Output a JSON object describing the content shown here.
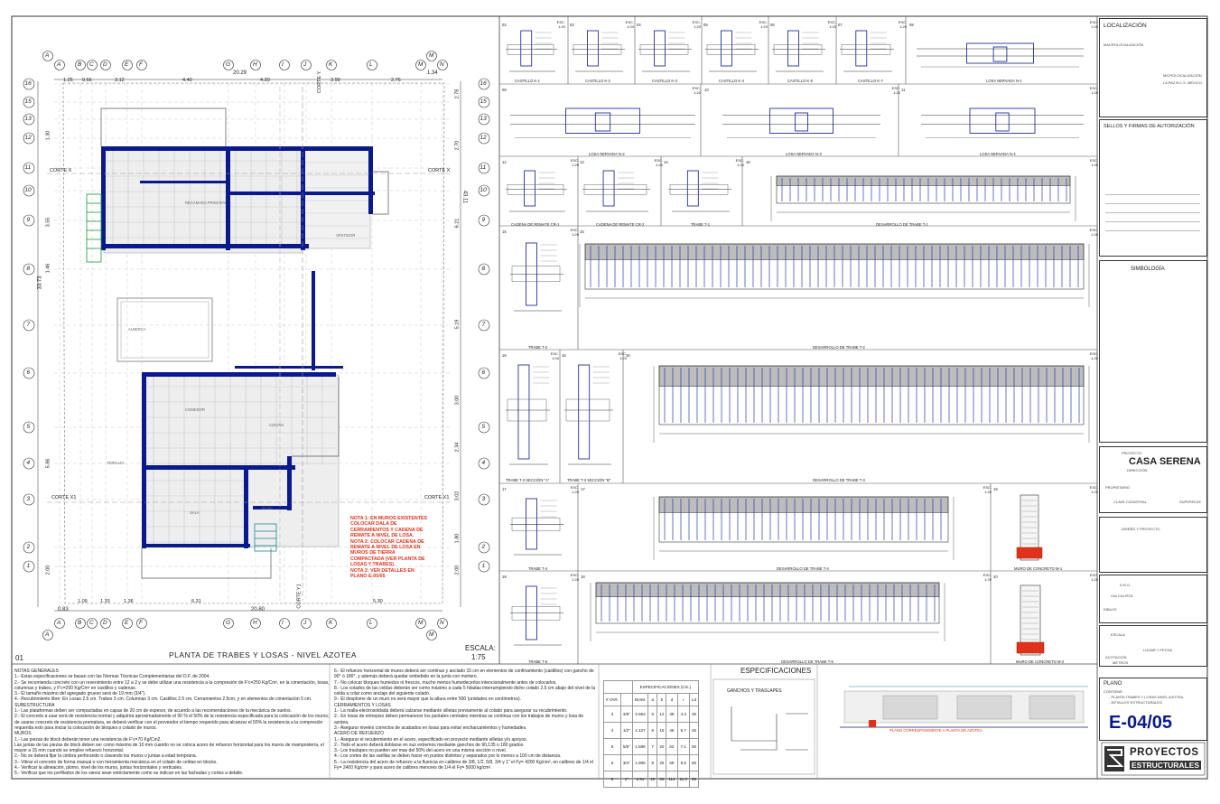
{
  "sheet": {
    "plan_title": "PLANTA DE TRABES Y LOSAS - NIVEL AZOTEA",
    "drawing_number": "01",
    "scale_label": "ESCALA:",
    "scale_value": "1:75",
    "specs_title": "ESPECIFICACIONES",
    "hooks_title": "GANCHOS Y TRASLAPES",
    "site_caption": "PLANO CORRESPONDIENTE A PLANTA DE AZOTEA"
  },
  "grid": {
    "letters": [
      "A",
      "B",
      "C",
      "D",
      "E",
      "F",
      "G",
      "H",
      "I",
      "J",
      "K",
      "L",
      "M",
      "N"
    ],
    "numbers": [
      "16",
      "15",
      "13",
      "12",
      "11",
      "10",
      "9",
      "8",
      "7",
      "6",
      "5",
      "4",
      "3",
      "2",
      "1"
    ],
    "cortes": [
      "CORTE X",
      "CORTE X",
      "CORTE X1",
      "CORTE X1",
      "CORTE Y",
      "CORTE Y1"
    ]
  },
  "dimensions": {
    "top_total": "20.29",
    "top_right": "1.34",
    "top_parts": [
      "1.25",
      "0.66",
      "3.12",
      "4.40",
      "4.20",
      "3.90",
      "2.76"
    ],
    "bottom_total": "20.80",
    "bottom_left": "0.83",
    "bottom_parts": [
      "1.09",
      "1.33",
      "1.36",
      "6.31",
      "5.30"
    ],
    "left_total": "33.73",
    "left_parts": [
      "1.30",
      "3.55",
      "1.46",
      "5.86",
      "2.00"
    ],
    "right_total": "43.11",
    "right_parts": [
      "2.78",
      "2.70",
      "6.21",
      "5.19",
      "3.00",
      "2.34",
      "3.02",
      "1.80",
      "2.00"
    ]
  },
  "plan_labels": [
    "RECAMARA PRINCIPAL",
    "ALBERCA",
    "COMEDOR",
    "COCINA",
    "TERRAZA",
    "SALA",
    "BAÑO",
    "VESTIDOR"
  ],
  "red_note": [
    "NOTA 1: EN MUROS EXISTENTES",
    "COLOCAR DALA DE",
    "CERRAMIENTOS Y CADENA DE",
    "REMATE A NIVEL DE LOSA.",
    "NOTA 2: COLOCAR CADENA DE",
    "REMATE A NIVEL DE LOSA EN",
    "MUROS DE TIERRA",
    "COMPACTADA (VER PLANTA DE",
    "LOSAS Y TRABES).",
    "NOTA 2: VER DETALLES EN",
    "PLANO E-05/05"
  ],
  "details": [
    {
      "num": "02",
      "title": "CASTILLO K-1",
      "scale": "ESC. 1:20"
    },
    {
      "num": "03",
      "title": "CASTILLO K-2",
      "scale": "ESC. 1:20"
    },
    {
      "num": "04",
      "title": "CASTILLO K-3",
      "scale": "ESC. 1:20"
    },
    {
      "num": "05",
      "title": "CASTILLO K-4",
      "scale": "ESC. 1:20"
    },
    {
      "num": "06",
      "title": "CASTILLO K-5",
      "scale": "ESC. 1:20"
    },
    {
      "num": "07",
      "title": "CASTILLO K-7",
      "scale": "ESC. 1:20"
    },
    {
      "num": "08",
      "title": "LOSA NERVADA N-1",
      "scale": "ESC. 1:20"
    },
    {
      "num": "09",
      "title": "LOSA NERVADA N-2",
      "scale": "ESC. 1:20"
    },
    {
      "num": "10",
      "title": "LOSA NERVADA N-3",
      "scale": "ESC. 1:20"
    },
    {
      "num": "11",
      "title": "LOSA NERVADA N-4",
      "scale": "ESC. 1:20"
    },
    {
      "num": "12",
      "title": "CADENA DE REMATE CR-1",
      "scale": "ESC. 1:20"
    },
    {
      "num": "13",
      "title": "CADENA DE REMATE CR-2",
      "scale": "ESC. 1:20"
    },
    {
      "num": "14",
      "title": "TRABE T-1",
      "scale": "ESC. 1:20"
    },
    {
      "num": "15",
      "title": "DESARROLLO DE TRABE T-1",
      "scale": "ESC. 1:20"
    },
    {
      "num": "15",
      "title": "TRABE T-2",
      "scale": "ESC. 1:20"
    },
    {
      "num": "15",
      "title": "DESARROLLO DE TRABE T-2",
      "scale": "ESC. 1:20"
    },
    {
      "num": "16",
      "title": "TRABE T-3 SECCIÓN \"A\"",
      "scale": "ESC. 1:20"
    },
    {
      "num": "16",
      "title": "TRABE T-3 SECCIÓN \"B\"",
      "scale": "ESC. 1:20"
    },
    {
      "num": "16",
      "title": "DESARROLLO DE TRABE T-3",
      "scale": "ESC. 1:20"
    },
    {
      "num": "17",
      "title": "TRABE T-4",
      "scale": "ESC. 1:20"
    },
    {
      "num": "17",
      "title": "DESARROLLO DE TRABE T-4",
      "scale": "ESC. 1:20"
    },
    {
      "num": "19",
      "title": "MURO DE CONCRETO M-1",
      "scale": "ESC. 1:25"
    },
    {
      "num": "18",
      "title": "TRABE T-5",
      "scale": "ESC. 1:20"
    },
    {
      "num": "18",
      "title": "DESARROLLO DE TRABE T-5",
      "scale": "ESC. 1:20"
    },
    {
      "num": "20",
      "title": "MURO DE CONCRETO M-2",
      "scale": "ESC. 1:25"
    }
  ],
  "notes_left": [
    "NOTAS GENERALES",
    "1.- Estas especificaciones se basan con las Normas Técnicas Complementarias del D.F. de 2004.",
    "2.- Se recomienda concreto con un revenimiento entre 12 a 2 y se debe utilizar una resistencia a la compresión de F'c=250 Kg/Cm², en la cimentación, losas, columnas y trabes, y F'c=200 Kg/Cm² en castillos y cadenas.",
    "3.- El tamaño máximo del agregado grueso será de 19 mm (3/4\").",
    "4.- Recubrimiento libre: En Losas 2.5 cm. Trabes 3 cm. Columnas 3 cm. Castillos 2.5 cm. Cerramientos 2.5cm, y en elementos de cimentación 5 cm.",
    "SUBESTRUCTURA",
    "1.- Las plataformas deben ser compactadas en capas de 20 cm de espesor, de acuerdo a las recomendaciones de la mecánica de suelos.",
    "2.- El concreto a usar será de resistencia normal y adquirirá aproximadamente el 90 % el 50% de la resistencia especificada para la colocación de los muros; de usarse concreto de resistencia prematura, se deberá verificar con el proveedor el tiempo requerido para alcanzar el 50% la resistencia a la compresión requerida esto para iniciar la colocación de bloques o colado de muros.",
    "MUROS",
    "1.- Las piezas de block deberán tener una resistencia de F'c=70 Kg/Cm2.",
    "Las juntas de las piezas de block deben ser como máximo de 10 mm cuando no se coloca acero de refuerzo horizontal para los muros de mampostería, el mayor a 15 mm cuando se emplee refuerzo horizontal.",
    "2.- No se deberá fijar la cimbra perforando o clavando los muros o juntas a edad temprana.",
    "3.- Vibrar el concreto de forma manual o con herramienta mecánica en el colado de celdas en blocks.",
    "4.- Verificar la alineación, plomo, nivel de los muros, juntas horizontales y verticales.",
    "5.- Verificar que los perfilados de los vanos sean estrictamente como se indican en las fachadas y cortes a detalle."
  ],
  "notes_right": [
    "6.-    El refuerzo horizontal de muros deberá ser continuo y anclado 15 cm en elementos de confinamiento (castillos) con gancho de 90° ó 180°, y además deberá quedar embebido en la junta con mortero.",
    "7.-    No colocar bloques humedos ni frescos, mucho menos humedecerlos intencionalmente antes de colocarlos.",
    "8.-    Los colados de las celdas deberán ser como máximo a cada 5 hiladas interrumpiendo dicho colado 2.5 cm abajo del nivel de la celda a colar como anclaje del siguiente colado.",
    "9.-    El desplome de un muro no será mayor que la altura entre 500 (unidades en centímetros).",
    "CERRAMIENTOS Y LOSAS",
    "1.-    La malla-electrosoldada deberá calzarse mediante silletas previamente al colado para asegurar su recubrimiento.",
    "2.-    En losas de entrepiso deben permanecer los puntales centrales mientras se continua con los trabajos de muros y losa de azotea.",
    "3.-    Asegurar niveles correctos de acabados en losas para evitar encharcamientos y humedades.",
    "ACERO DE REFUERZO",
    "1.-    Asegurar el recubrimiento en el acero, especificado en proyecto mediante silletas y/o apoyos.",
    "2.-    Todo el acero deberá doblarse en sus extremos mediante ganchos de 90,135 o 180 grados.",
    "3.-    Los traslapes no pueden ser mas del 50% del acero en una misma sección o nivel.",
    "4.-    Los cortes de las varillas se deben hacer en puntos distintos y separados por lo menos a 100 cm de distancia.",
    "5.-    La resistencia del acero de refuerzo a la fluencia en calibres de 3/8, 1/2, 5/8, 3/4 y 1\" el Fy= 4200 Kg/cm², en calibres de 1/4 el Fy= 2400 Kg/cm² y para acero de calibres menores de 1/4 el Fy= 5000 kg/cm²."
  ],
  "spec_table": {
    "header_group": "ESPECIFICACIONES (Cm.)",
    "headers": [
      "# VAR.",
      "",
      "DIAM.",
      "a",
      "b",
      "d",
      "r",
      "Ld"
    ],
    "rows": [
      [
        "3",
        "3/8\"",
        "0.953",
        "6",
        "12",
        "38",
        "4.3",
        "35"
      ],
      [
        "4",
        "1/2\"",
        "1.127",
        "6",
        "15",
        "46",
        "5.7",
        "45"
      ],
      [
        "5",
        "5/8\"",
        "1.588",
        "7",
        "20",
        "63",
        "7.1",
        "55"
      ],
      [
        "6",
        "3/4\"",
        "1.905",
        "8",
        "25",
        "69",
        "8.5",
        "65"
      ],
      [
        "8",
        "1\"",
        "2.54",
        "10",
        "30",
        "114",
        "11.3",
        "90"
      ]
    ]
  },
  "title_block": {
    "localizacion": "LOCALIZACIÓN",
    "macro": "MACROLOCALIZACIÓN",
    "micro": "MICROLOCALIZACIÓN",
    "place": "LA PAZ B.C.S. MÉXICO",
    "sellos": "SELLOS Y FIRMAS DE AUTORIZACIÓN",
    "simbologia": "SIMBOLOGÍA",
    "proyecto_label": "PROYECTO",
    "proyecto": "CASA SERENA",
    "direccion": "DIRECCIÓN",
    "propietario": "PROPIETARIO",
    "clave": "CLAVE CATASTRAL",
    "superficie": "SUPERFICIE",
    "diseno": "DISEÑO Y PROYECTO",
    "dro": "D.R.O.",
    "calculista": "CALCULISTA",
    "dibujo": "DIBUJO",
    "escala": "ESCALA",
    "lugar": "LUGAR Y FECHA",
    "acotacion": "ACOTACIÓN",
    "metros": "METROS",
    "plano": "PLANO",
    "contiene": "CONTIENE:",
    "contiene_1": "- PLANTA TRABES Y LOSAS NIVEL AZOTEA.",
    "contiene_2": "- DETALLES ESTRUCTURALES.",
    "sheet_no": "E-04/05",
    "logo_text_1": "PROYECTOS",
    "logo_text_2": "ESTRUCTURALES"
  },
  "colors": {
    "beam": "#0a1a8c",
    "note_red": "#e0321a",
    "green": "#1a9a3a",
    "teal": "#1a8a9a"
  }
}
